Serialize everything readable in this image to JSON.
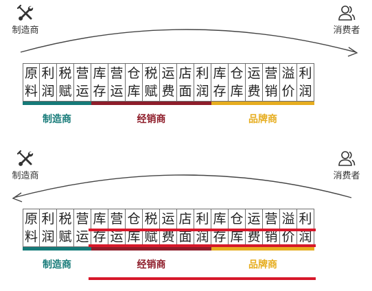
{
  "roles": {
    "manufacturer": {
      "label": "制造商",
      "icon": "tools-icon"
    },
    "consumer": {
      "label": "消费者",
      "icon": "users-icon"
    }
  },
  "cells": [
    {
      "top": "原",
      "bottom": "料",
      "group": "manufacturer"
    },
    {
      "top": "利",
      "bottom": "润",
      "group": "manufacturer"
    },
    {
      "top": "税",
      "bottom": "赋",
      "group": "manufacturer"
    },
    {
      "top": "营",
      "bottom": "运",
      "group": "manufacturer"
    },
    {
      "top": "库",
      "bottom": "存",
      "group": "dealer"
    },
    {
      "top": "营",
      "bottom": "运",
      "group": "dealer"
    },
    {
      "top": "仓",
      "bottom": "库",
      "group": "dealer"
    },
    {
      "top": "税",
      "bottom": "赋",
      "group": "dealer"
    },
    {
      "top": "运",
      "bottom": "费",
      "group": "dealer"
    },
    {
      "top": "店",
      "bottom": "面",
      "group": "dealer"
    },
    {
      "top": "利",
      "bottom": "润",
      "group": "dealer"
    },
    {
      "top": "库",
      "bottom": "存",
      "group": "brand"
    },
    {
      "top": "仓",
      "bottom": "库",
      "group": "brand"
    },
    {
      "top": "运",
      "bottom": "费",
      "group": "brand"
    },
    {
      "top": "营",
      "bottom": "销",
      "group": "brand"
    },
    {
      "top": "溢",
      "bottom": "价",
      "group": "brand"
    },
    {
      "top": "利",
      "bottom": "润",
      "group": "brand"
    }
  ],
  "segments": [
    {
      "key": "manufacturer",
      "label": "制造商",
      "color": "#157a78"
    },
    {
      "key": "dealer",
      "label": "经销商",
      "color": "#8e1d2a"
    },
    {
      "key": "brand",
      "label": "品牌商",
      "color": "#e6ad1f"
    }
  ],
  "colors": {
    "arrow": "#444444",
    "strike": "#d7182a"
  },
  "bottom_panel": {
    "struck_groups": [
      "dealer",
      "brand"
    ]
  }
}
